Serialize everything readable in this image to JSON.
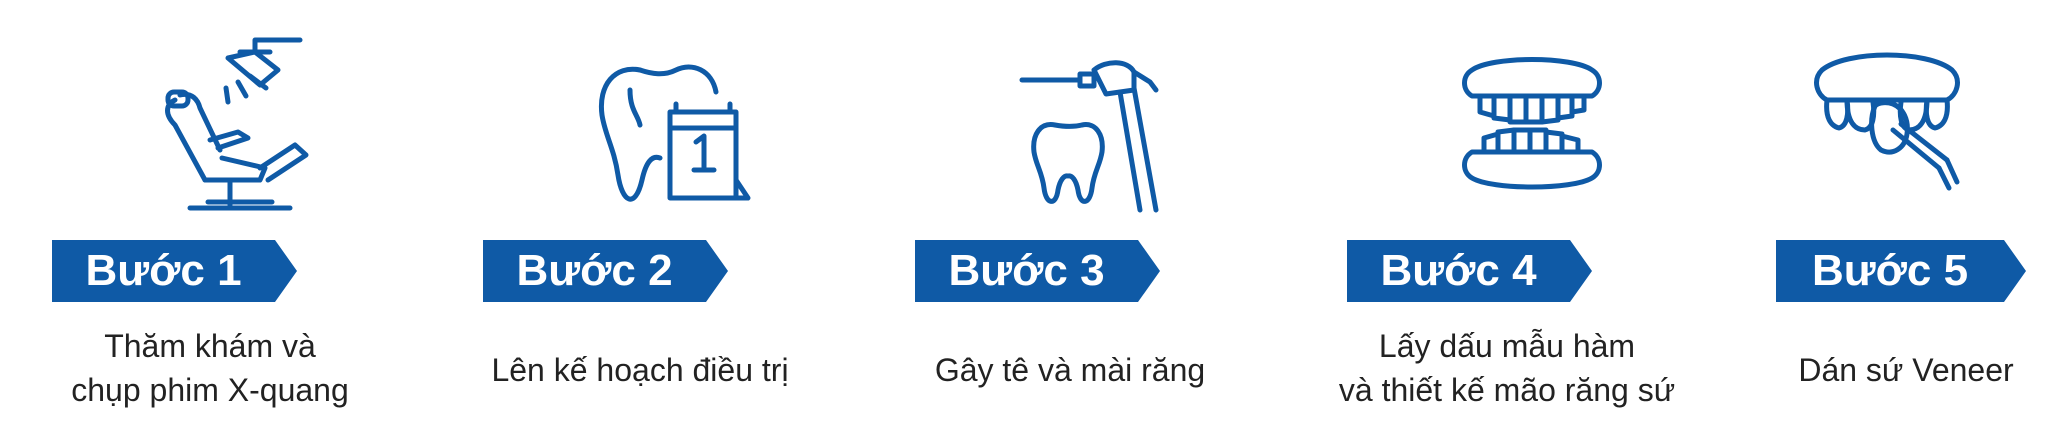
{
  "accent_color": "#0f5aa6",
  "steps": [
    {
      "label": "Bước 1",
      "icon": "dental-chair-icon",
      "lines": [
        "Thăm khám và",
        "chụp phim X-quang"
      ]
    },
    {
      "label": "Bước 2",
      "icon": "tooth-calendar-icon",
      "lines": [
        "Lên kế hoạch điều trị"
      ]
    },
    {
      "label": "Bước 3",
      "icon": "dental-drill-icon",
      "lines": [
        "Gây tê và mài răng"
      ]
    },
    {
      "label": "Bước 4",
      "icon": "dentures-icon",
      "lines": [
        "Lấy dấu mẫu hàm",
        "và thiết kế mão răng sứ"
      ]
    },
    {
      "label": "Bước 5",
      "icon": "veneer-icon",
      "lines": [
        "Dán sứ Veneer"
      ]
    }
  ]
}
